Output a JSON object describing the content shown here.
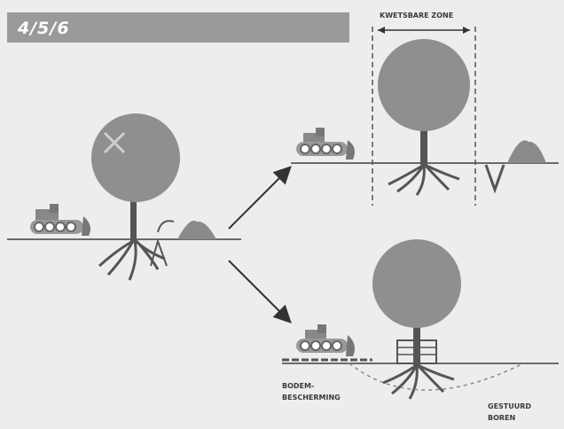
{
  "banner": {
    "number": "4/5/6",
    "text": ""
  },
  "labels": {
    "kwetsbare_zone": "KWETSBARE ZONE",
    "bodembescherming_line1": "BODEM-",
    "bodembescherming_line2": "BESCHERMING",
    "gestuurd_line1": "GESTUURD",
    "gestuurd_line2": "BOREN"
  },
  "colors": {
    "canopy": "#8f8f8f",
    "trunk": "#555555",
    "ground": "#6a6a6a",
    "background": "#ededed",
    "banner": "#9a9a9a"
  }
}
